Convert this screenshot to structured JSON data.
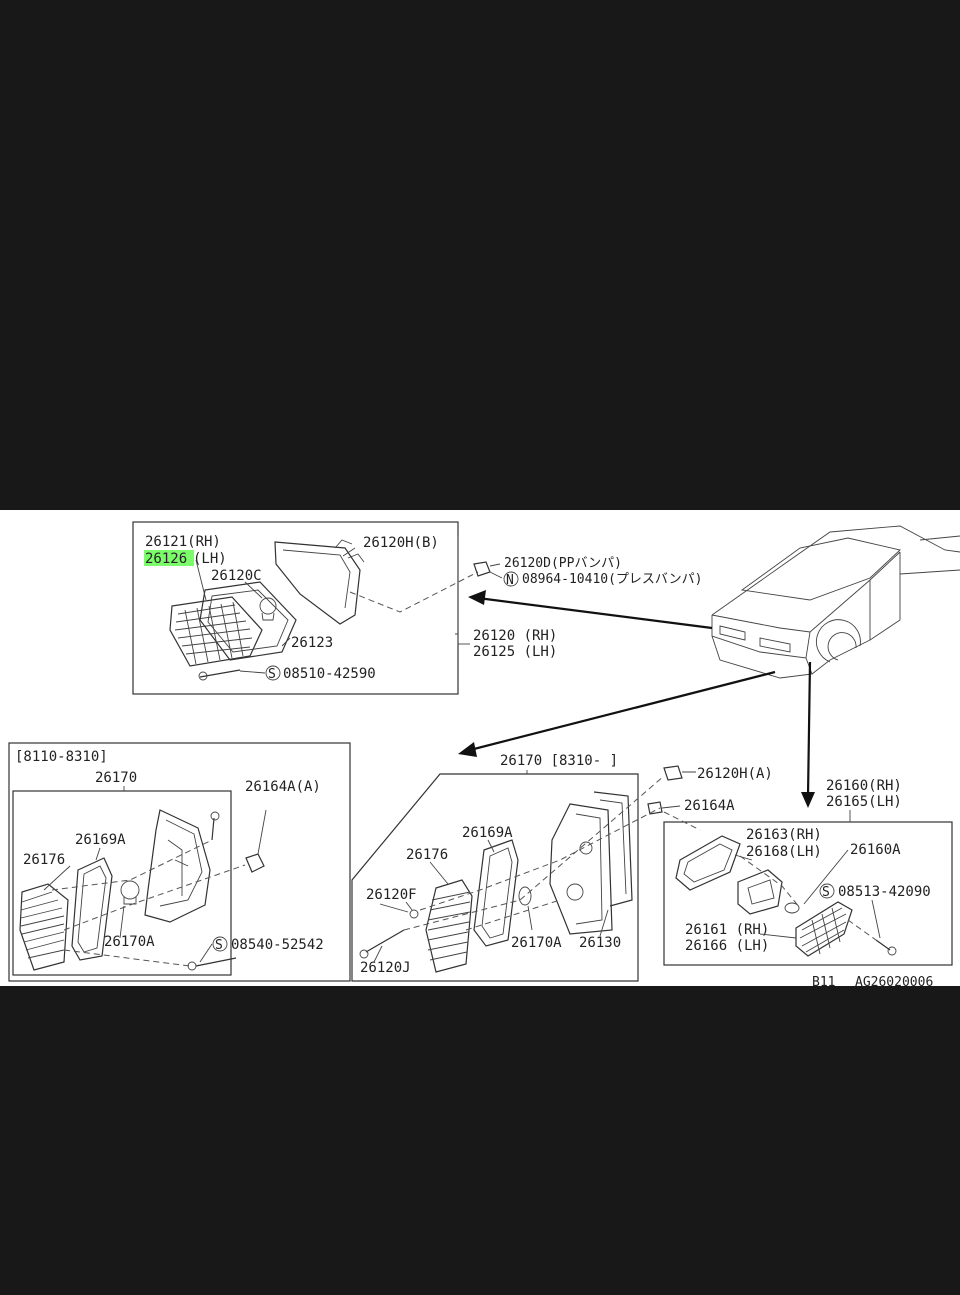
{
  "diagram": {
    "labels": {
      "p26121": "26121(RH)",
      "p26126": "26126",
      "p26126_suffix": "(LH)",
      "p26120H_B": "26120H(B)",
      "p26120C": "26120C",
      "p26123": "26123",
      "p08510": "08510-42590",
      "p26120D": "26120D(PPバンパ)",
      "p08964": "08964-10410(プレスバンパ)",
      "p26120": "26120 (RH)",
      "p26125": "26125 (LH)",
      "range_left": "[8110-8310]",
      "p26170_left": "26170",
      "p26164A_A": "26164A(A)",
      "p26169A_left": "26169A",
      "p26176_left": "26176",
      "p26170A_left": "26170A",
      "p08540": "08540-52542",
      "p26170_mid": "26170 [8310-   ]",
      "p26120H_A": "26120H(A)",
      "p26164A": "26164A",
      "p26169A_mid": "26169A",
      "p26176_mid": "26176",
      "p26120F": "26120F",
      "p26170A_mid": "26170A",
      "p26130": "26130",
      "p26120J": "26120J",
      "p26160": "26160(RH)",
      "p26165": "26165(LH)",
      "p26163": "26163(RH)",
      "p26168": "26168(LH)",
      "p26160A": "26160A",
      "p08513": "08513-42090",
      "p26161": "26161 (RH)",
      "p26166": "26166 (LH)",
      "footer_model": "B11",
      "footer_code": "AG26020006"
    },
    "symbols": {
      "n_mark": "N",
      "s_mark": "S"
    },
    "colors": {
      "highlight": "#7CFC6A",
      "background": "#181818",
      "panel": "#ffffff"
    }
  }
}
